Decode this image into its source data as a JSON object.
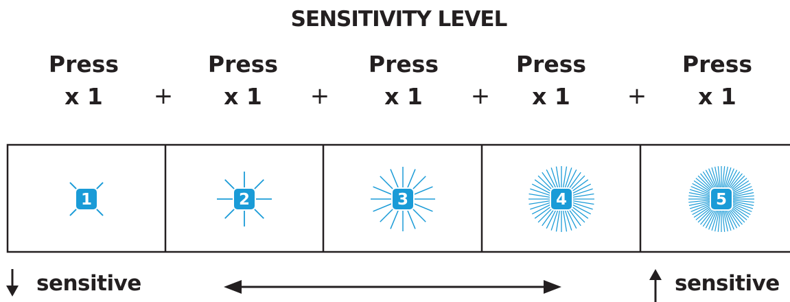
{
  "title": "SENSITIVITY LEVEL",
  "steps": [
    {
      "press": "Press",
      "times": "x 1",
      "level": "1"
    },
    {
      "press": "Press",
      "times": "x 1",
      "level": "2"
    },
    {
      "press": "Press",
      "times": "x 1",
      "level": "3"
    },
    {
      "press": "Press",
      "times": "x 1",
      "level": "4"
    },
    {
      "press": "Press",
      "times": "x 1",
      "level": "5"
    }
  ],
  "operator": "+",
  "footer": {
    "left_label": "sensitive",
    "right_label": "sensitive"
  },
  "colors": {
    "accent": "#1a9bd7",
    "ink": "#231f20"
  },
  "icons": {
    "decrease": "arrow-down-icon",
    "range": "double-arrow-icon",
    "increase": "arrow-up-icon"
  }
}
